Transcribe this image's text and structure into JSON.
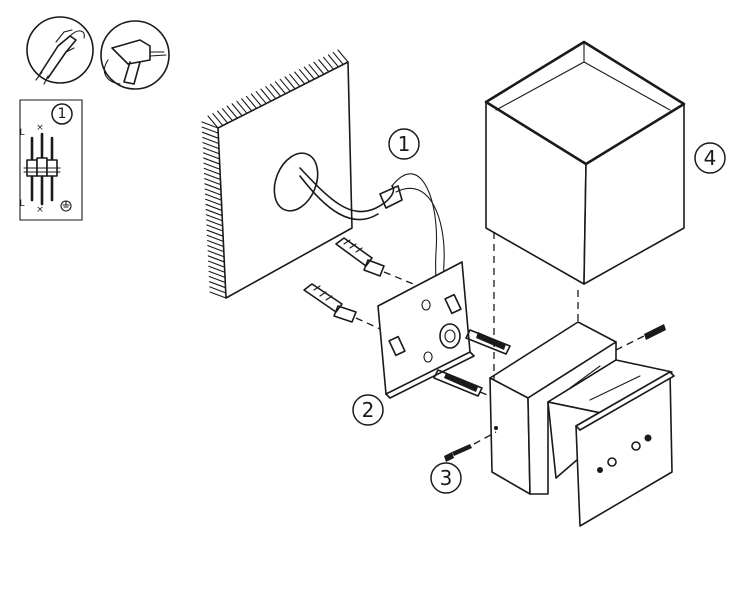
{
  "callouts": [
    {
      "id": "wiring",
      "label": "1"
    },
    {
      "id": "mounting-plate",
      "label": "2"
    },
    {
      "id": "fixing-screw",
      "label": "3"
    },
    {
      "id": "shade",
      "label": "4"
    }
  ],
  "inset": {
    "step_label": "1",
    "terminal_marks": [
      "L",
      "×",
      "L",
      "×"
    ]
  },
  "icons": [
    "cutter-pliers-icon",
    "drill-icon",
    "earth-symbol-icon"
  ]
}
